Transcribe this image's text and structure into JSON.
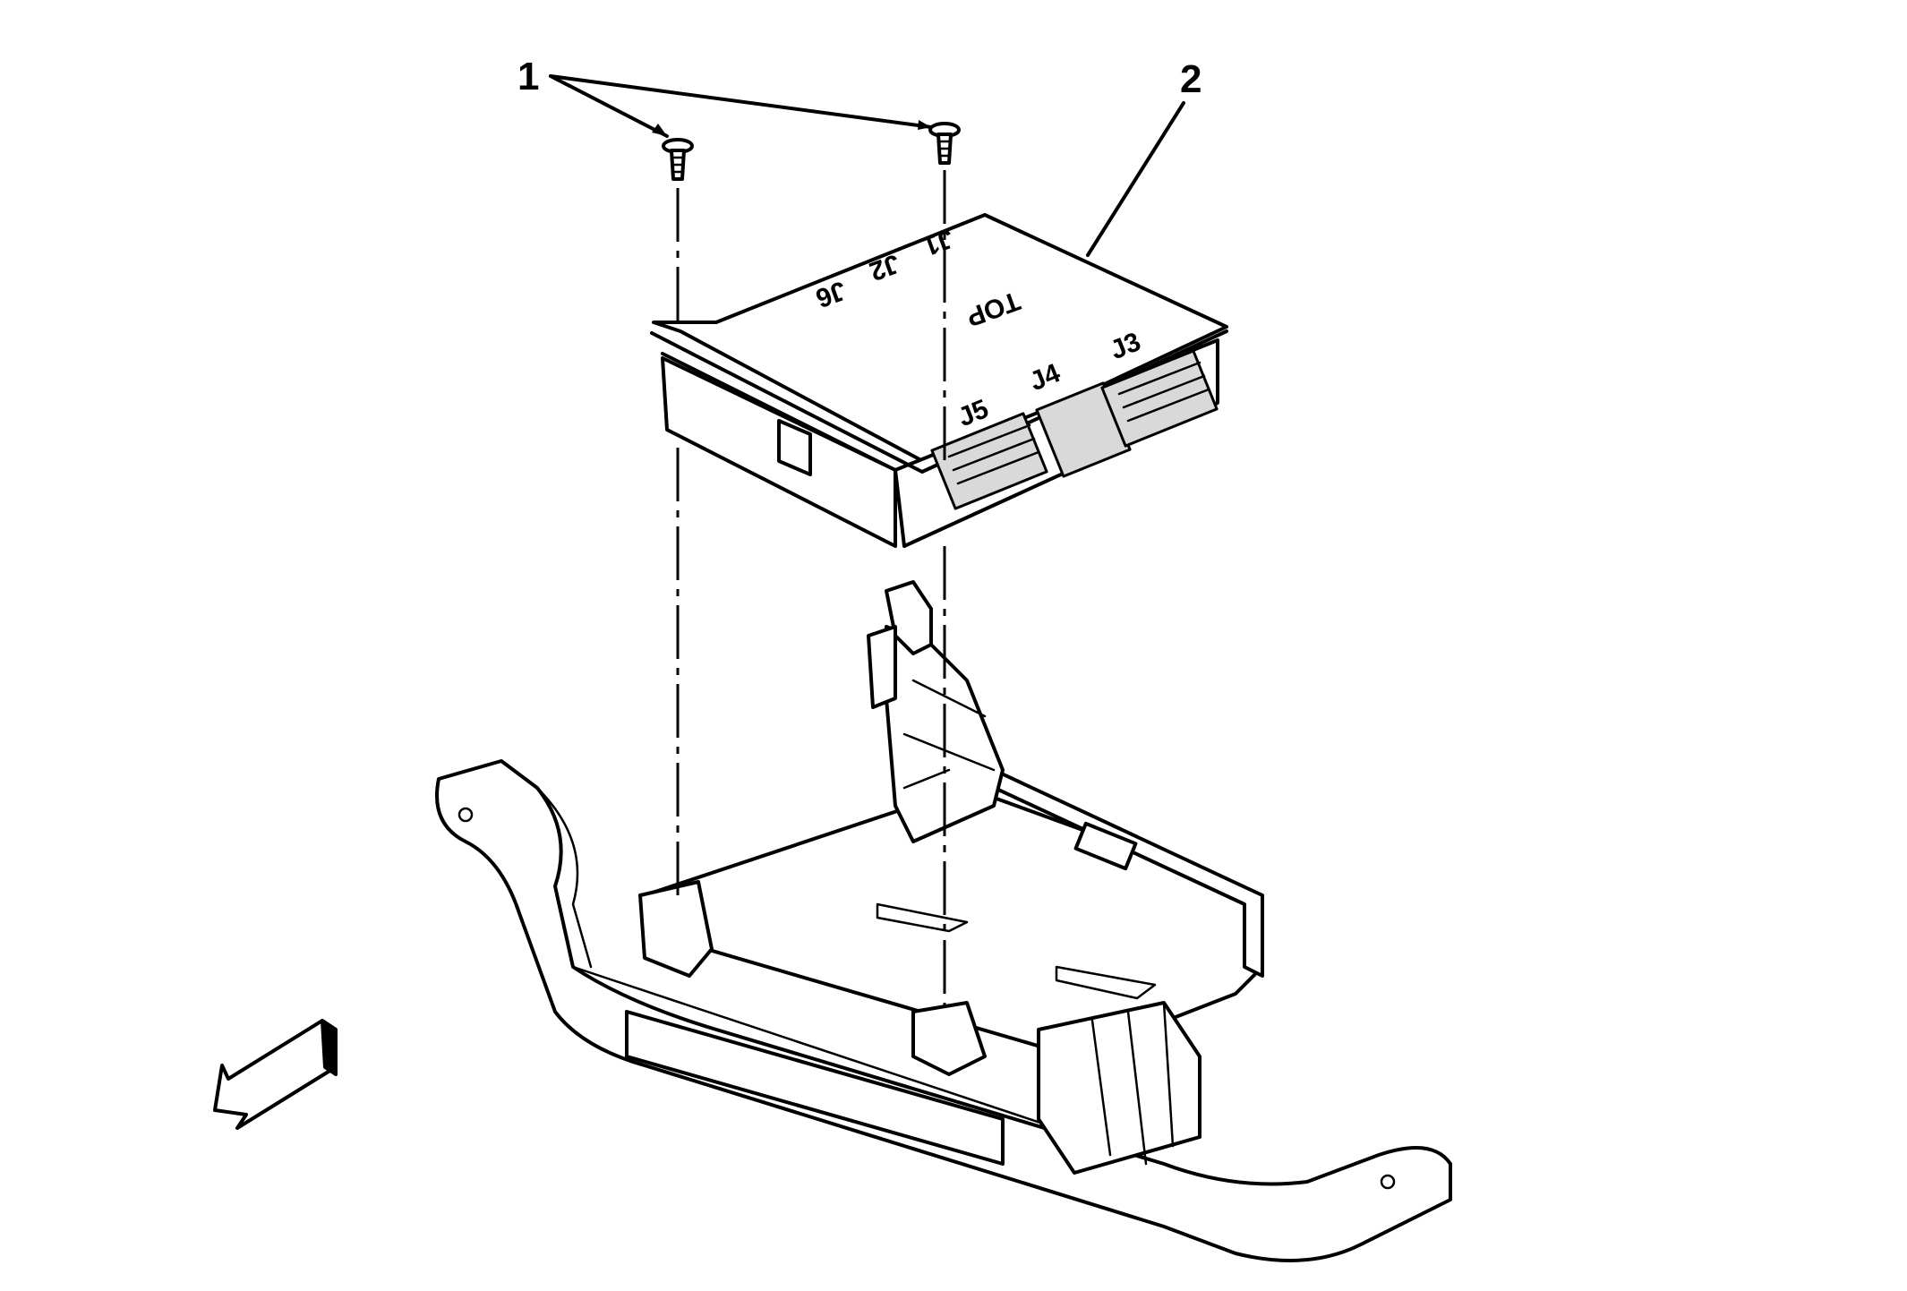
{
  "callouts": {
    "fasteners": "1",
    "module": "2"
  },
  "connector_labels": {
    "j6": "J6",
    "j2": "J2",
    "j1": "J1",
    "top": "TOP",
    "j5": "J5",
    "j4": "J4",
    "j3": "J3"
  },
  "icons": {
    "direction_arrow": "front-direction-arrow-icon"
  },
  "colors": {
    "line": "#000000",
    "background": "#ffffff"
  }
}
